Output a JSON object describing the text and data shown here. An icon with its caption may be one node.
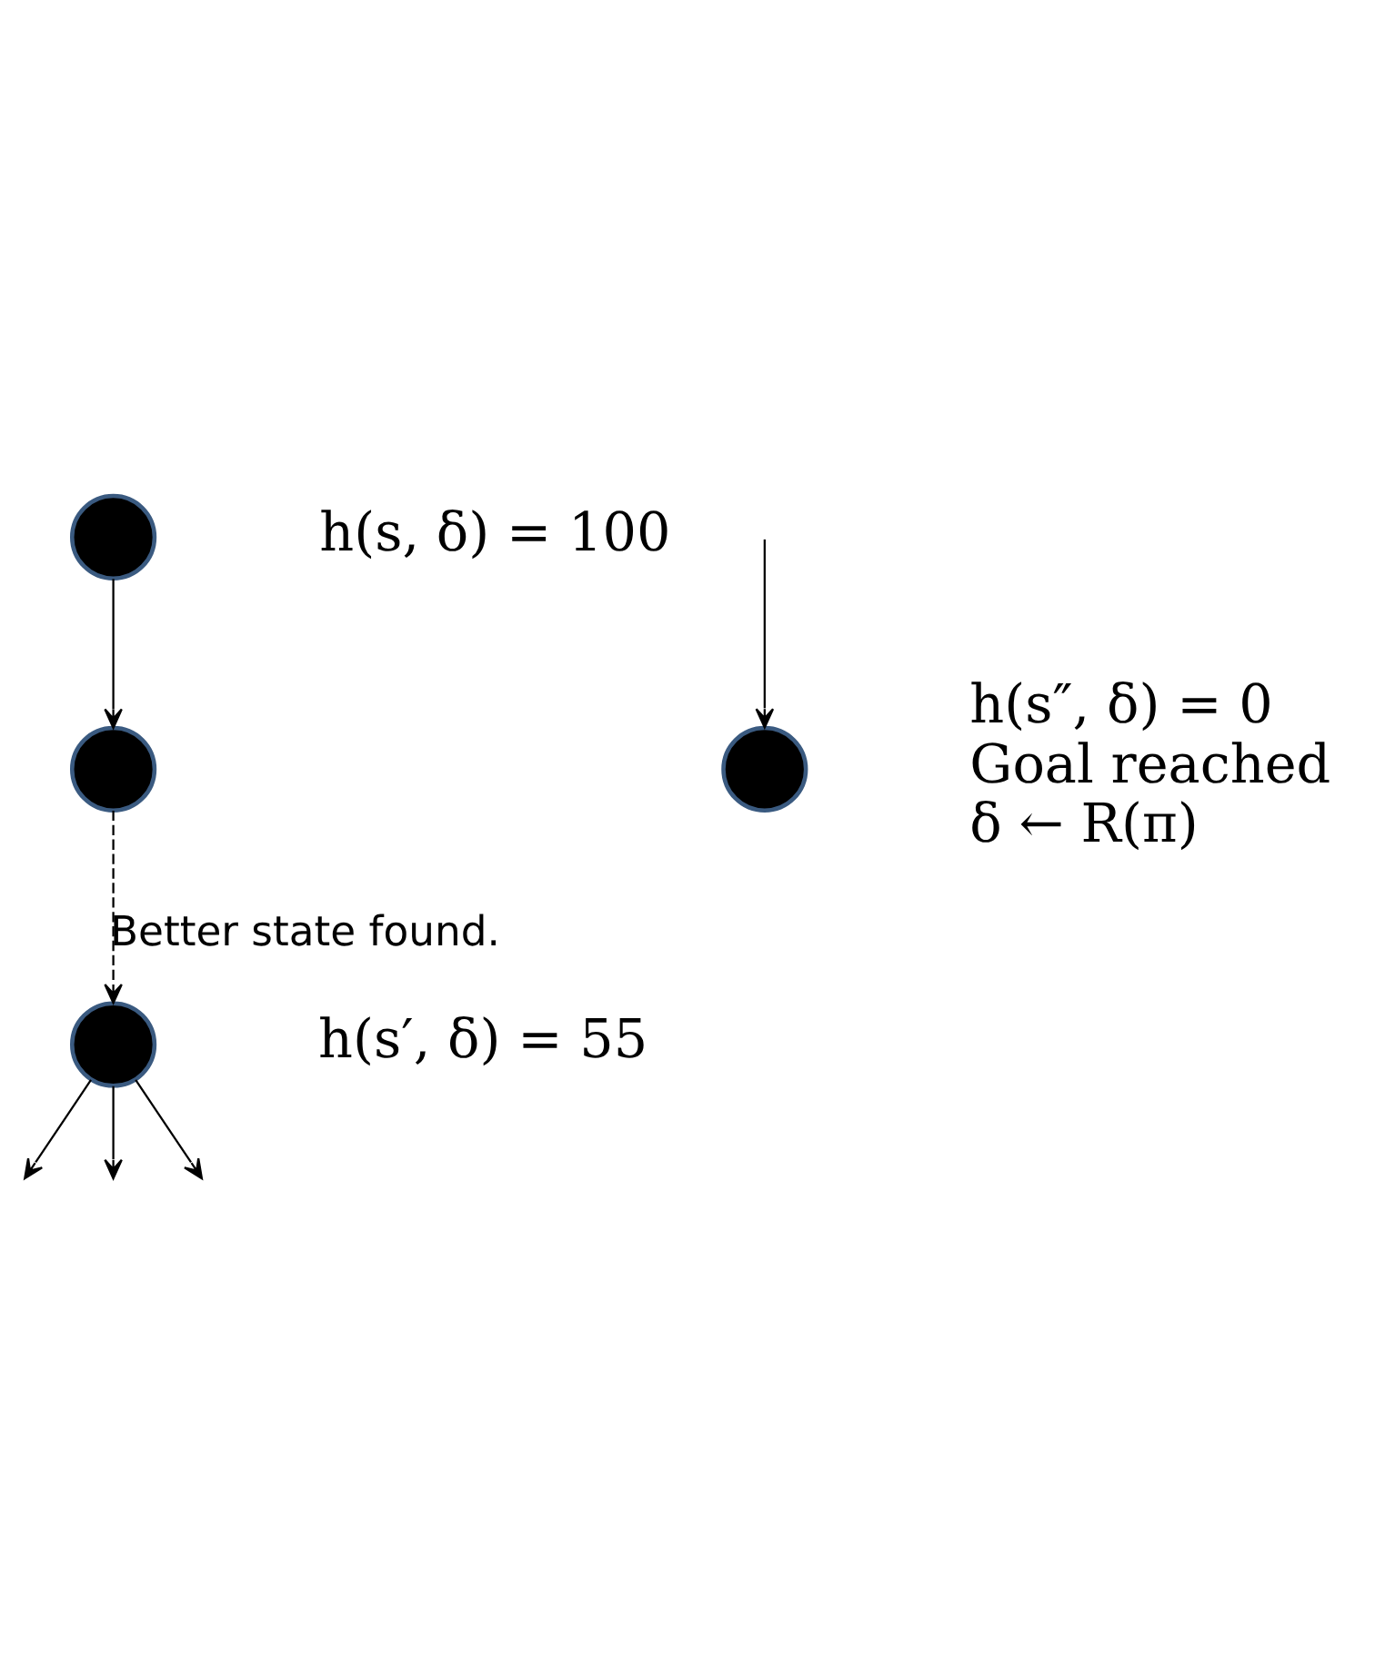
{
  "diagram": {
    "nodes": [
      {
        "text": [],
        "shape": "circle",
        "beside": [
          "h(s, δ) = 100"
        ]
      },
      {
        "text": [],
        "shape": "circle"
      },
      {
        "text": [],
        "shape": "circle",
        "beside": [
          "h(s′, δ) = 55"
        ]
      },
      {
        "text": [],
        "shape": "circle",
        "beside": [
          "h(s″, δ) = 0",
          "Goal reached",
          "δ ← R(π)"
        ]
      }
    ],
    "edges": [
      {
        "from": 0,
        "to": 1,
        "arrow": "to"
      },
      {
        "from": 1,
        "to": 2,
        "arrow": "to",
        "style": "dashed",
        "label": "Better state found."
      },
      {
        "from": 2,
        "to": null,
        "arrow": "to"
      },
      {
        "from": 2,
        "to": null,
        "arrow": "to"
      },
      {
        "from": 2,
        "to": null,
        "arrow": "to"
      },
      {
        "from": null,
        "to": 3,
        "arrow": "to"
      }
    ]
  }
}
